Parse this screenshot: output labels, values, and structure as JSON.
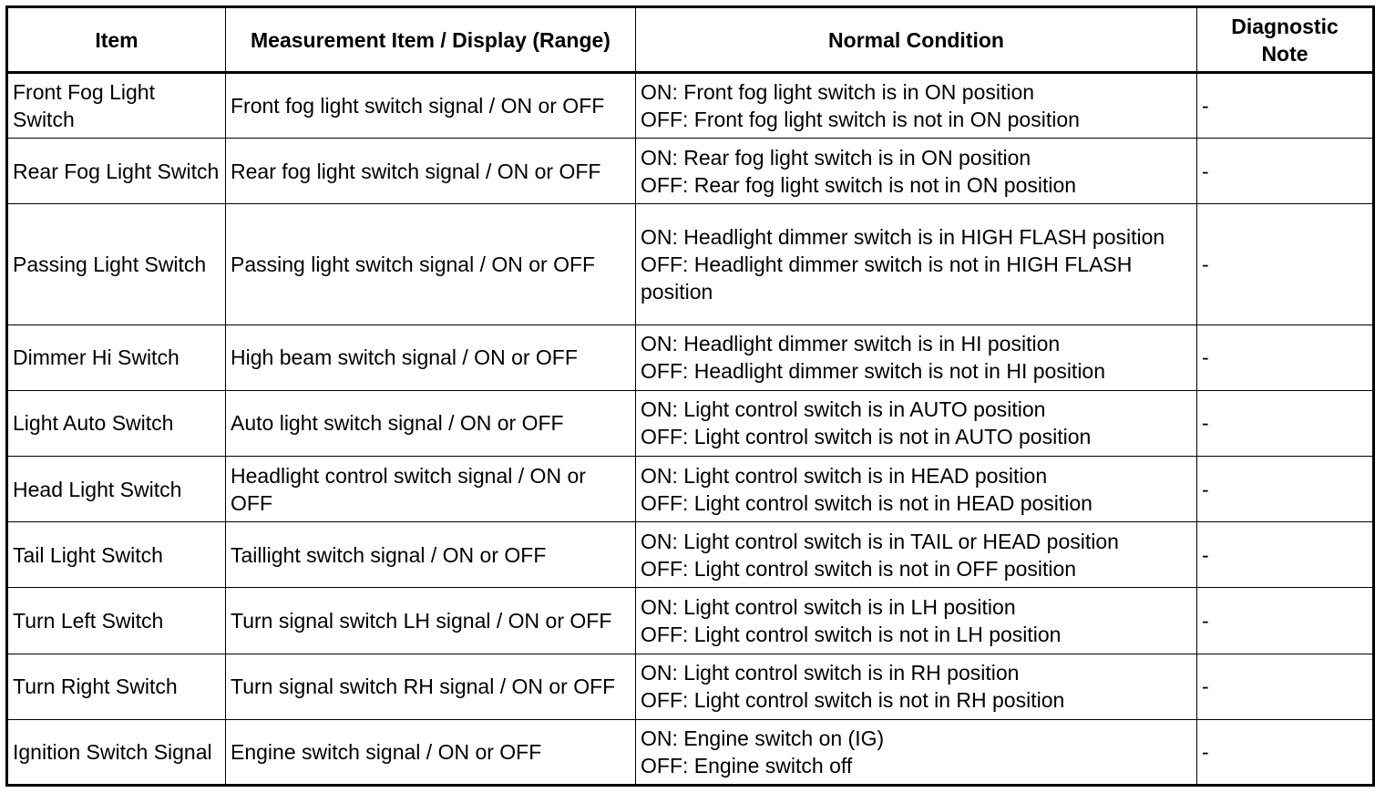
{
  "table": {
    "headers": {
      "item": "Item",
      "measurement": "Measurement Item / Display (Range)",
      "normal": "Normal Condition",
      "note": "Diagnostic Note"
    },
    "rows": [
      {
        "item": "Front Fog Light Switch",
        "measurement": "Front fog light switch signal / ON or OFF",
        "normal_on": "ON: Front fog light switch is in ON position",
        "normal_off": "OFF: Front fog light switch is not in ON position",
        "note": "-"
      },
      {
        "item": "Rear Fog Light Switch",
        "measurement": "Rear fog light switch signal / ON or OFF",
        "normal_on": "ON: Rear fog light switch is in ON position",
        "normal_off": "OFF: Rear fog light switch is not in ON position",
        "note": "-"
      },
      {
        "item": "Passing Light Switch",
        "measurement": "Passing light switch signal / ON or OFF",
        "normal_on": "ON: Headlight dimmer switch is in HIGH FLASH position",
        "normal_off": "OFF: Headlight dimmer switch is not in HIGH FLASH position",
        "note": "-"
      },
      {
        "item": "Dimmer Hi Switch",
        "measurement": "High beam switch signal / ON or OFF",
        "normal_on": "ON: Headlight dimmer switch is in HI position",
        "normal_off": "OFF: Headlight dimmer switch is not in HI position",
        "note": "-"
      },
      {
        "item": "Light Auto Switch",
        "measurement": "Auto light switch signal / ON or OFF",
        "normal_on": "ON: Light control switch is in AUTO position",
        "normal_off": "OFF: Light control switch is not in AUTO position",
        "note": "-"
      },
      {
        "item": "Head Light Switch",
        "measurement": "Headlight control switch signal / ON or OFF",
        "normal_on": "ON: Light control switch is in HEAD position",
        "normal_off": "OFF: Light control switch is not in HEAD position",
        "note": "-"
      },
      {
        "item": "Tail Light Switch",
        "measurement": "Taillight switch signal / ON or OFF",
        "normal_on": "ON: Light control switch is in TAIL or HEAD position",
        "normal_off": "OFF: Light control switch is not in OFF position",
        "note": "-"
      },
      {
        "item": "Turn Left Switch",
        "measurement": "Turn signal switch LH signal / ON or OFF",
        "normal_on": "ON: Light control switch is in LH position",
        "normal_off": "OFF: Light control switch is not in LH position",
        "note": "-"
      },
      {
        "item": "Turn Right Switch",
        "measurement": "Turn signal switch RH signal / ON or OFF",
        "normal_on": "ON: Light control switch is in RH position",
        "normal_off": "OFF: Light control switch is not in RH position",
        "note": "-"
      },
      {
        "item": "Ignition Switch Signal",
        "measurement": "Engine switch signal / ON or OFF",
        "normal_on": "ON: Engine switch on (IG)",
        "normal_off": "OFF: Engine switch off",
        "note": "-"
      }
    ]
  }
}
